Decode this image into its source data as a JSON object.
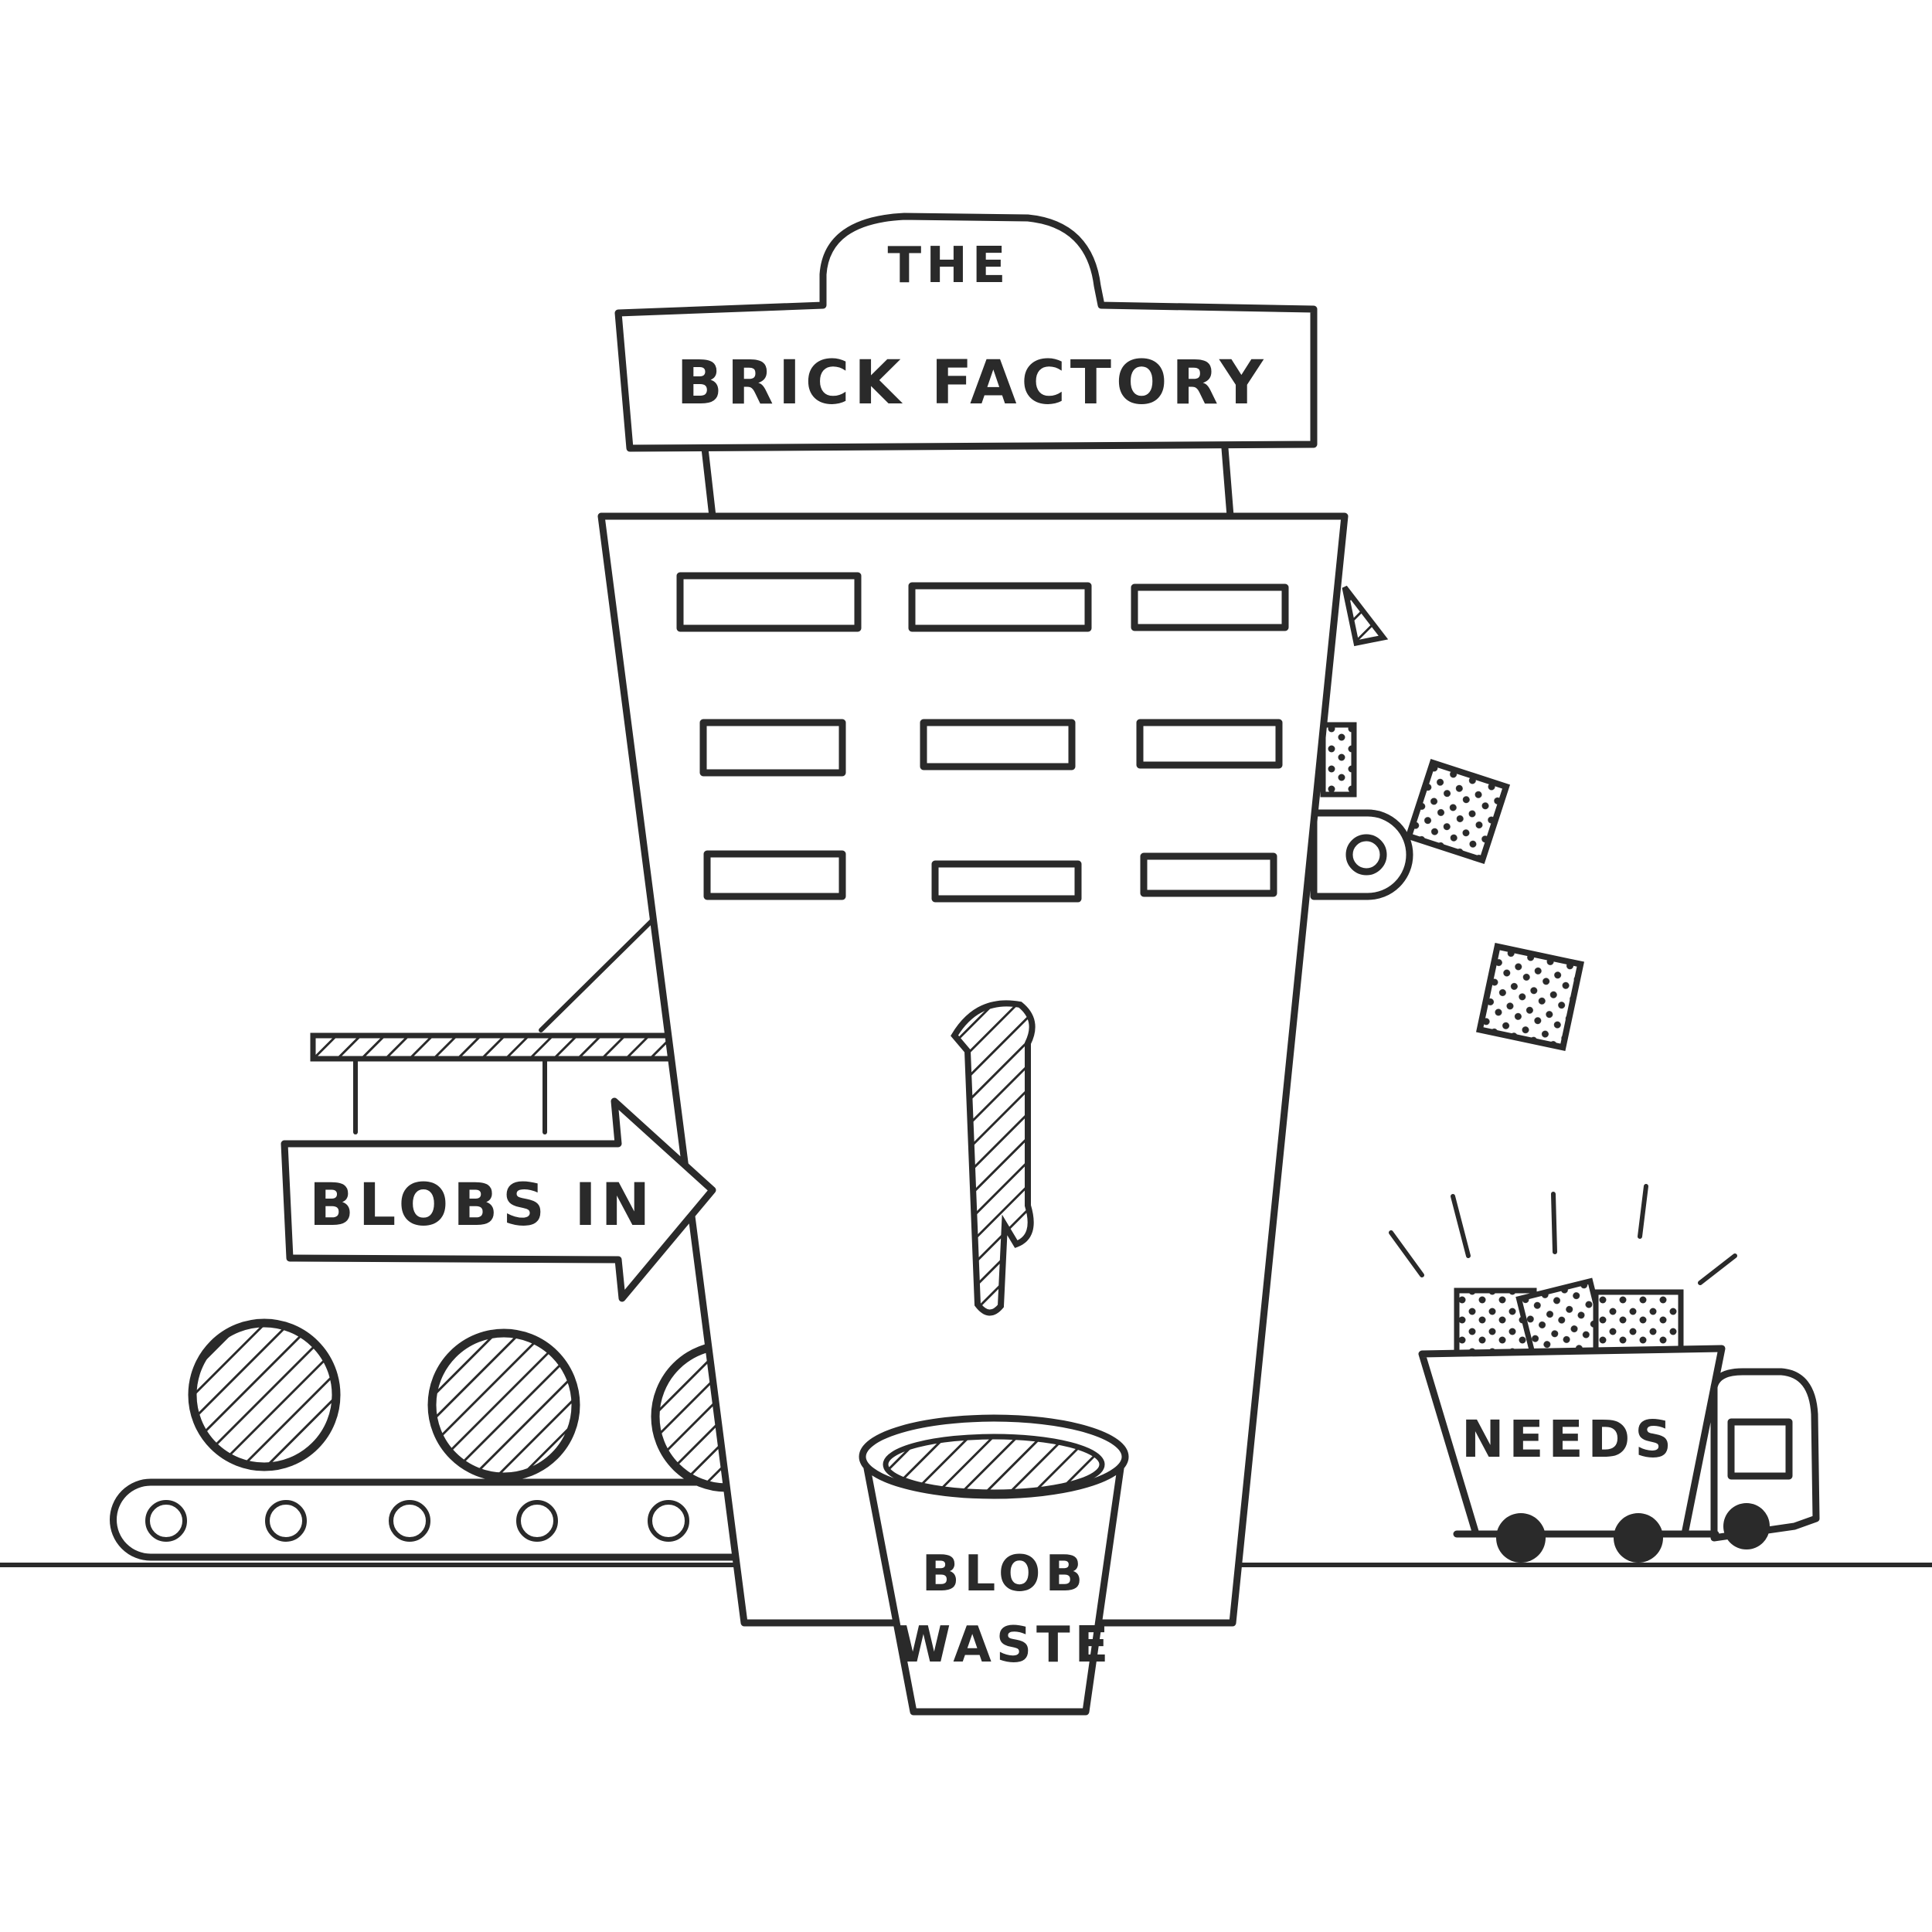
{
  "sign": {
    "top_word": "THE",
    "main_words": "BRICK FACTORY"
  },
  "arrow_sign": {
    "label": "BLOBS IN"
  },
  "bucket": {
    "line1": "BLOB",
    "line2": "WASTE"
  },
  "truck": {
    "label": "NEEDS"
  },
  "colors": {
    "ink": "#2a2a2a",
    "paper": "#ffffff"
  }
}
